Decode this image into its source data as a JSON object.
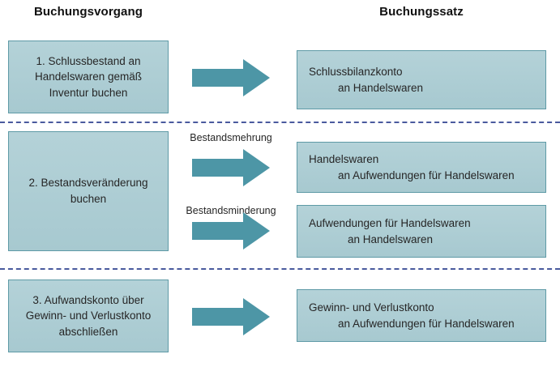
{
  "headers": {
    "left": "Buchungsvorgang",
    "right": "Buchungssatz"
  },
  "colors": {
    "box_fill_top": "#b4d2d8",
    "box_fill_bottom": "#a7c9d0",
    "box_border": "#5e9aa6",
    "arrow_fill": "#4d96a6",
    "separator": "#4a5a9e",
    "text": "#262626",
    "heading_text": "#111111",
    "background": "#ffffff"
  },
  "sections": [
    {
      "id": "section-1",
      "process": "1. Schlussbestand an Handelswaren gemäß Inventur buchen",
      "process_lines": [
        "1. Schlussbestand an",
        "Handelswaren gemäß",
        "Inventur buchen"
      ],
      "entries": [
        {
          "arrow_label": "",
          "debit": "Schlussbilanzkonto",
          "credit": "an Handelswaren"
        }
      ]
    },
    {
      "id": "section-2",
      "process": "2. Bestandsveränderung buchen",
      "process_lines": [
        "2. Bestandsveränderung",
        "buchen"
      ],
      "entries": [
        {
          "arrow_label": "Bestandsmehrung",
          "debit": "Handelswaren",
          "credit": "an Aufwendungen für Handelswaren"
        },
        {
          "arrow_label": "Bestandsminderung",
          "debit": "Aufwendungen für Handelswaren",
          "credit": "an Handelswaren"
        }
      ]
    },
    {
      "id": "section-3",
      "process": "3. Aufwandskonto über Gewinn- und Verlustkonto abschließen",
      "process_lines": [
        "3. Aufwandskonto über",
        "Gewinn- und Verlustkonto",
        "abschließen"
      ],
      "entries": [
        {
          "arrow_label": "",
          "debit": "Gewinn- und Verlustkonto",
          "credit": "an Aufwendungen für Handelswaren"
        }
      ]
    }
  ],
  "icons": {
    "arrow": "right-arrow-icon",
    "separator": "dashed-divider"
  }
}
